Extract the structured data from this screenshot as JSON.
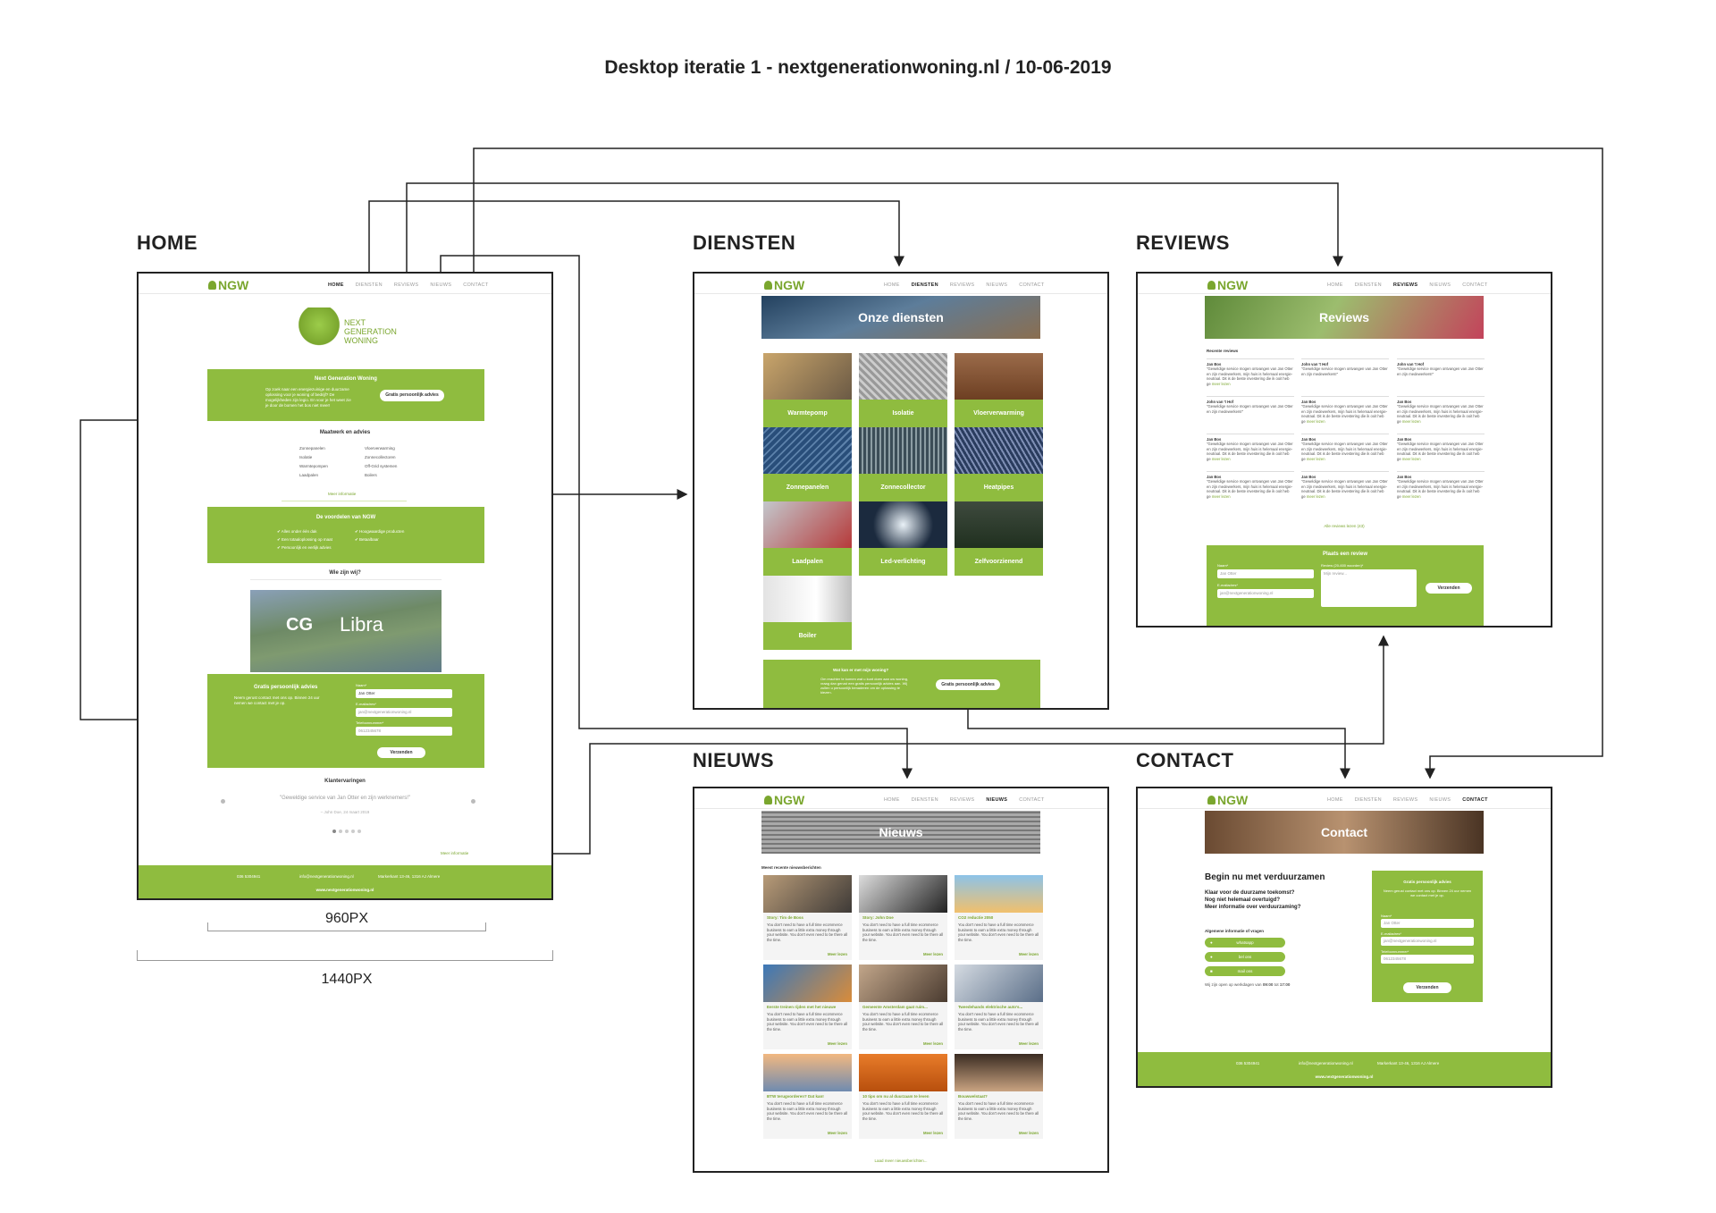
{
  "title": "Desktop iteratie 1 - nextgenerationwoning.nl / 10-06-2019",
  "sections": {
    "home": "HOME",
    "diensten": "DIENSTEN",
    "reviews": "REVIEWS",
    "nieuws": "NIEUWS",
    "contact": "CONTACT"
  },
  "logo": "NGW",
  "nav": [
    "HOME",
    "DIENSTEN",
    "REVIEWS",
    "NIEUWS",
    "CONTACT"
  ],
  "home": {
    "brand": [
      "NEXT",
      "GENERATION",
      "WONING"
    ],
    "intro": {
      "title": "Next Generation Woning",
      "text": "Op zoek naar een energiezuinige en duurzame oplossing voor je woning of bedrijf? De mogelijkheden zijn legio. En voor je het weet zie je door de bomen het bos niet meer!",
      "button": "Gratis persoonlijk advies"
    },
    "maatwerk": {
      "title": "Maatwerk en advies",
      "col1": [
        "Zonnepanelen",
        "Isolatie",
        "Warmtepompen",
        "Laadpalen"
      ],
      "col2": [
        "Vloerverwarming",
        "Zonnecollectoren",
        "Off-Grid systemen",
        "Boilers"
      ],
      "more": "Meer informatie"
    },
    "voordelen": {
      "title": "De voordelen van NGW",
      "col1": [
        "Alles onder één dak",
        "Een totaaloplossing op maat",
        "Persoonlijk en eerlijk advies"
      ],
      "col2": [
        "Hoogwaardige producten",
        "Betaalbaar"
      ]
    },
    "wie": "Wie zijn wij?",
    "cg": "CG",
    "libra": "Libra",
    "advies": {
      "title": "Gratis persoonlijk advies",
      "text": "Neem gerust contact met ons op. Binnen 24 uur nemen we contact met je op.",
      "naam_label": "Naam*",
      "naam": "Jan Otter",
      "email_label": "E-mailadres*",
      "email": "jan@nextgenerationwoning.nl",
      "tel_label": "Telefoonnummer*",
      "tel": "0612345678",
      "button": "Verzenden"
    },
    "klant": {
      "title": "Klantervaringen",
      "quote": "\"Geweldige service van Jan Otter en zijn werknemers!\"",
      "by": "– John Doe, 24 maart 2019",
      "more": "Meer informatie"
    },
    "footer": {
      "phone": "036 5304941",
      "email": "info@nextgenerationwoning.nl",
      "address": "Markerkant 13-46, 1316 AJ Almere",
      "url": "www.nextgenerationwoning.nl"
    }
  },
  "diensten": {
    "hero": "Onze diensten",
    "tiles": [
      "Warmtepomp",
      "Isolatie",
      "Vloerverwarming",
      "Zonnepanelen",
      "Zonnecollector",
      "Heatpipes",
      "Laadpalen",
      "Led-verlichting",
      "Zelfvoorzienend",
      "Boiler"
    ],
    "cta": {
      "title": "Wat kan er met mijn woning?",
      "text": "Om erachter te komen wat u kunt doen aan uw woning, vraag dan gerust een gratis persoonlijk advies aan. Wij zullen u persoonlijk benaderen om de oplossing te kiezen.",
      "button": "Gratis persoonlijk advies"
    }
  },
  "reviews": {
    "hero": "Reviews",
    "recent": "Recente reviews",
    "items": [
      {
        "name": "Jan Bos",
        "text": "\"Geweldige service mogen ontvangen van Jan Otter en zijn medewerkers, mijn huis is helemaal energie-neutraal. Dit is de beste investering die ik ooit heb ge",
        "more": "meer lezen"
      },
      {
        "name": "John van 't Hof",
        "text": "\"Geweldige service mogen ontvangen van Jan Otter en zijn medewerkers!\"",
        "more": ""
      },
      {
        "name": "John van 't Hof",
        "text": "\"Geweldige service mogen ontvangen van Jan Otter en zijn medewerkers!\"",
        "more": ""
      }
    ],
    "all": "Alle reviews lezen (43)",
    "form": {
      "title": "Plaats een review",
      "naam_label": "Naam*",
      "naam": "Jan Otter",
      "review_label": "Review (20-600 woorden)*",
      "review": "Mijn review...",
      "email_label": "E-mailadres*",
      "email": "jan@nextgenerationwoning.nl",
      "button": "Verzenden"
    }
  },
  "nieuws": {
    "hero": "Nieuws",
    "recent": "Meest recente nieuwsberichten",
    "items": [
      "Story: Tim de Boss",
      "Story: John Doe",
      "CO2 reductie 2050",
      "Eerste treinen rijden met het nieuwe",
      "Gemeente Amsterdam gaat ruim...",
      "Tweedehands elektrische auto's...",
      "BTW terugvorderen? Dat kan!",
      "10 tips om nu al duurzaam te leven",
      "Bouwwelstaat?"
    ],
    "body": "You don't need to have a full time ecommerce business to earn a little extra money through your website. You don't even need to be there all the time.",
    "more": "Meer lezen",
    "load": "Laad meer nieuwsberichten..."
  },
  "contact": {
    "hero": "Contact",
    "heading": "Begin nu met verduurzamen",
    "questions": [
      "Klaar voor de duurzame toekomst?",
      "Nog niet helemaal overtuigd?",
      "Meer informatie over verduurzaming?"
    ],
    "algemeen": "Algemene informatie of vragen",
    "buttons": [
      "whatsapp",
      "bel ons",
      "mail ons"
    ],
    "hours_pre": "Wij zijn open op werkdagen van",
    "hours_from": "09:00",
    "hours_mid": "tot",
    "hours_to": "17:00",
    "form": {
      "title": "Gratis persoonlijk advies",
      "text": "Neem gerust contact met ons op. Binnen 24 uur nemen we contact met je op.",
      "naam_label": "Naam*",
      "naam": "Jan Otter",
      "email_label": "E-mailadres*",
      "email": "jan@nextgenerationwoning.nl",
      "tel_label": "Telefoonnummer*",
      "tel": "0612345678",
      "button": "Verzenden"
    }
  },
  "rulers": {
    "inner": "960PX",
    "outer": "1440PX"
  }
}
